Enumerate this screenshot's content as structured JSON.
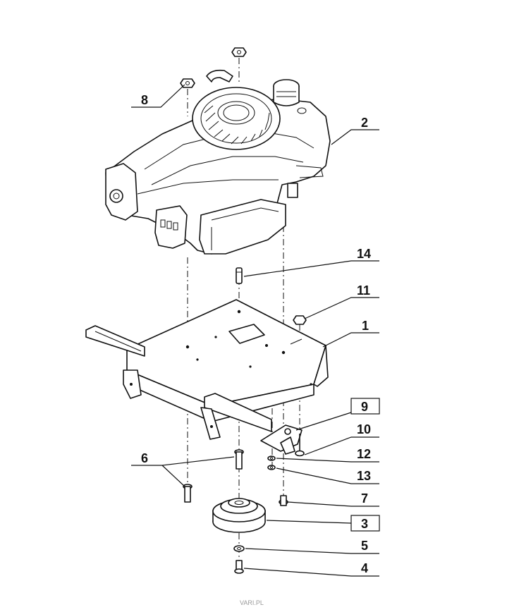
{
  "diagram": {
    "parts": [
      {
        "id": "1",
        "label": "1",
        "boxed": false
      },
      {
        "id": "2",
        "label": "2",
        "boxed": false
      },
      {
        "id": "3",
        "label": "3",
        "boxed": true
      },
      {
        "id": "4",
        "label": "4",
        "boxed": false
      },
      {
        "id": "5",
        "label": "5",
        "boxed": false
      },
      {
        "id": "6",
        "label": "6",
        "boxed": false
      },
      {
        "id": "7",
        "label": "7",
        "boxed": false
      },
      {
        "id": "8",
        "label": "8",
        "boxed": false
      },
      {
        "id": "9",
        "label": "9",
        "boxed": true
      },
      {
        "id": "10",
        "label": "10",
        "boxed": false
      },
      {
        "id": "11",
        "label": "11",
        "boxed": false
      },
      {
        "id": "12",
        "label": "12",
        "boxed": false
      },
      {
        "id": "13",
        "label": "13",
        "boxed": false
      },
      {
        "id": "14",
        "label": "14",
        "boxed": false
      }
    ],
    "watermark": "VARI.PL"
  }
}
